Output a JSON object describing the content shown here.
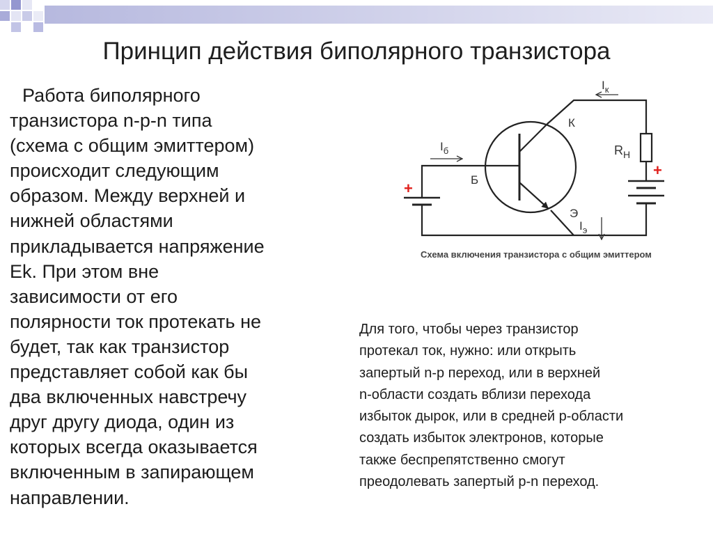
{
  "slide": {
    "title": "Принцип действия биполярного транзистора",
    "main_lines": [
      "Работа биполярного",
      "транзистора n-p-n типа",
      "(схема с общим эмиттером)",
      "происходит следующим",
      "образом. Между верхней и",
      "нижней областями",
      "прикладывается напряжение",
      "Ek. При этом вне",
      "зависимости от его",
      "полярности ток протекать не",
      "будет, так как транзистор",
      "представляет собой как бы",
      "два включенных навстречу",
      "друг другу диода, один из",
      "которых всегда оказывается",
      "включенным в запирающем",
      "направлении."
    ],
    "side_lines": [
      "Для того, чтобы через транзистор",
      "протекал ток, нужно: или открыть",
      "запертый n-p переход, или в верхней",
      "n-области создать вблизи перехода",
      "избыток дырок, или в средней p-области",
      "создать избыток электронов, которые",
      "также беспрепятственно смогут",
      "преодолевать запертый p-n переход."
    ]
  },
  "circuit": {
    "caption": "Схема включения транзистора с общим эмиттером",
    "labels": {
      "ik_main": "I",
      "ik_sub": "к",
      "ib_main": "I",
      "ib_sub": "б",
      "ie_main": "I",
      "ie_sub": "э",
      "collector": "К",
      "base": "Б",
      "emitter": "Э",
      "rn_main": "R",
      "rn_sub": "Н",
      "plus_left": "+",
      "plus_right": "+"
    },
    "plus_color": "#e0201c"
  }
}
